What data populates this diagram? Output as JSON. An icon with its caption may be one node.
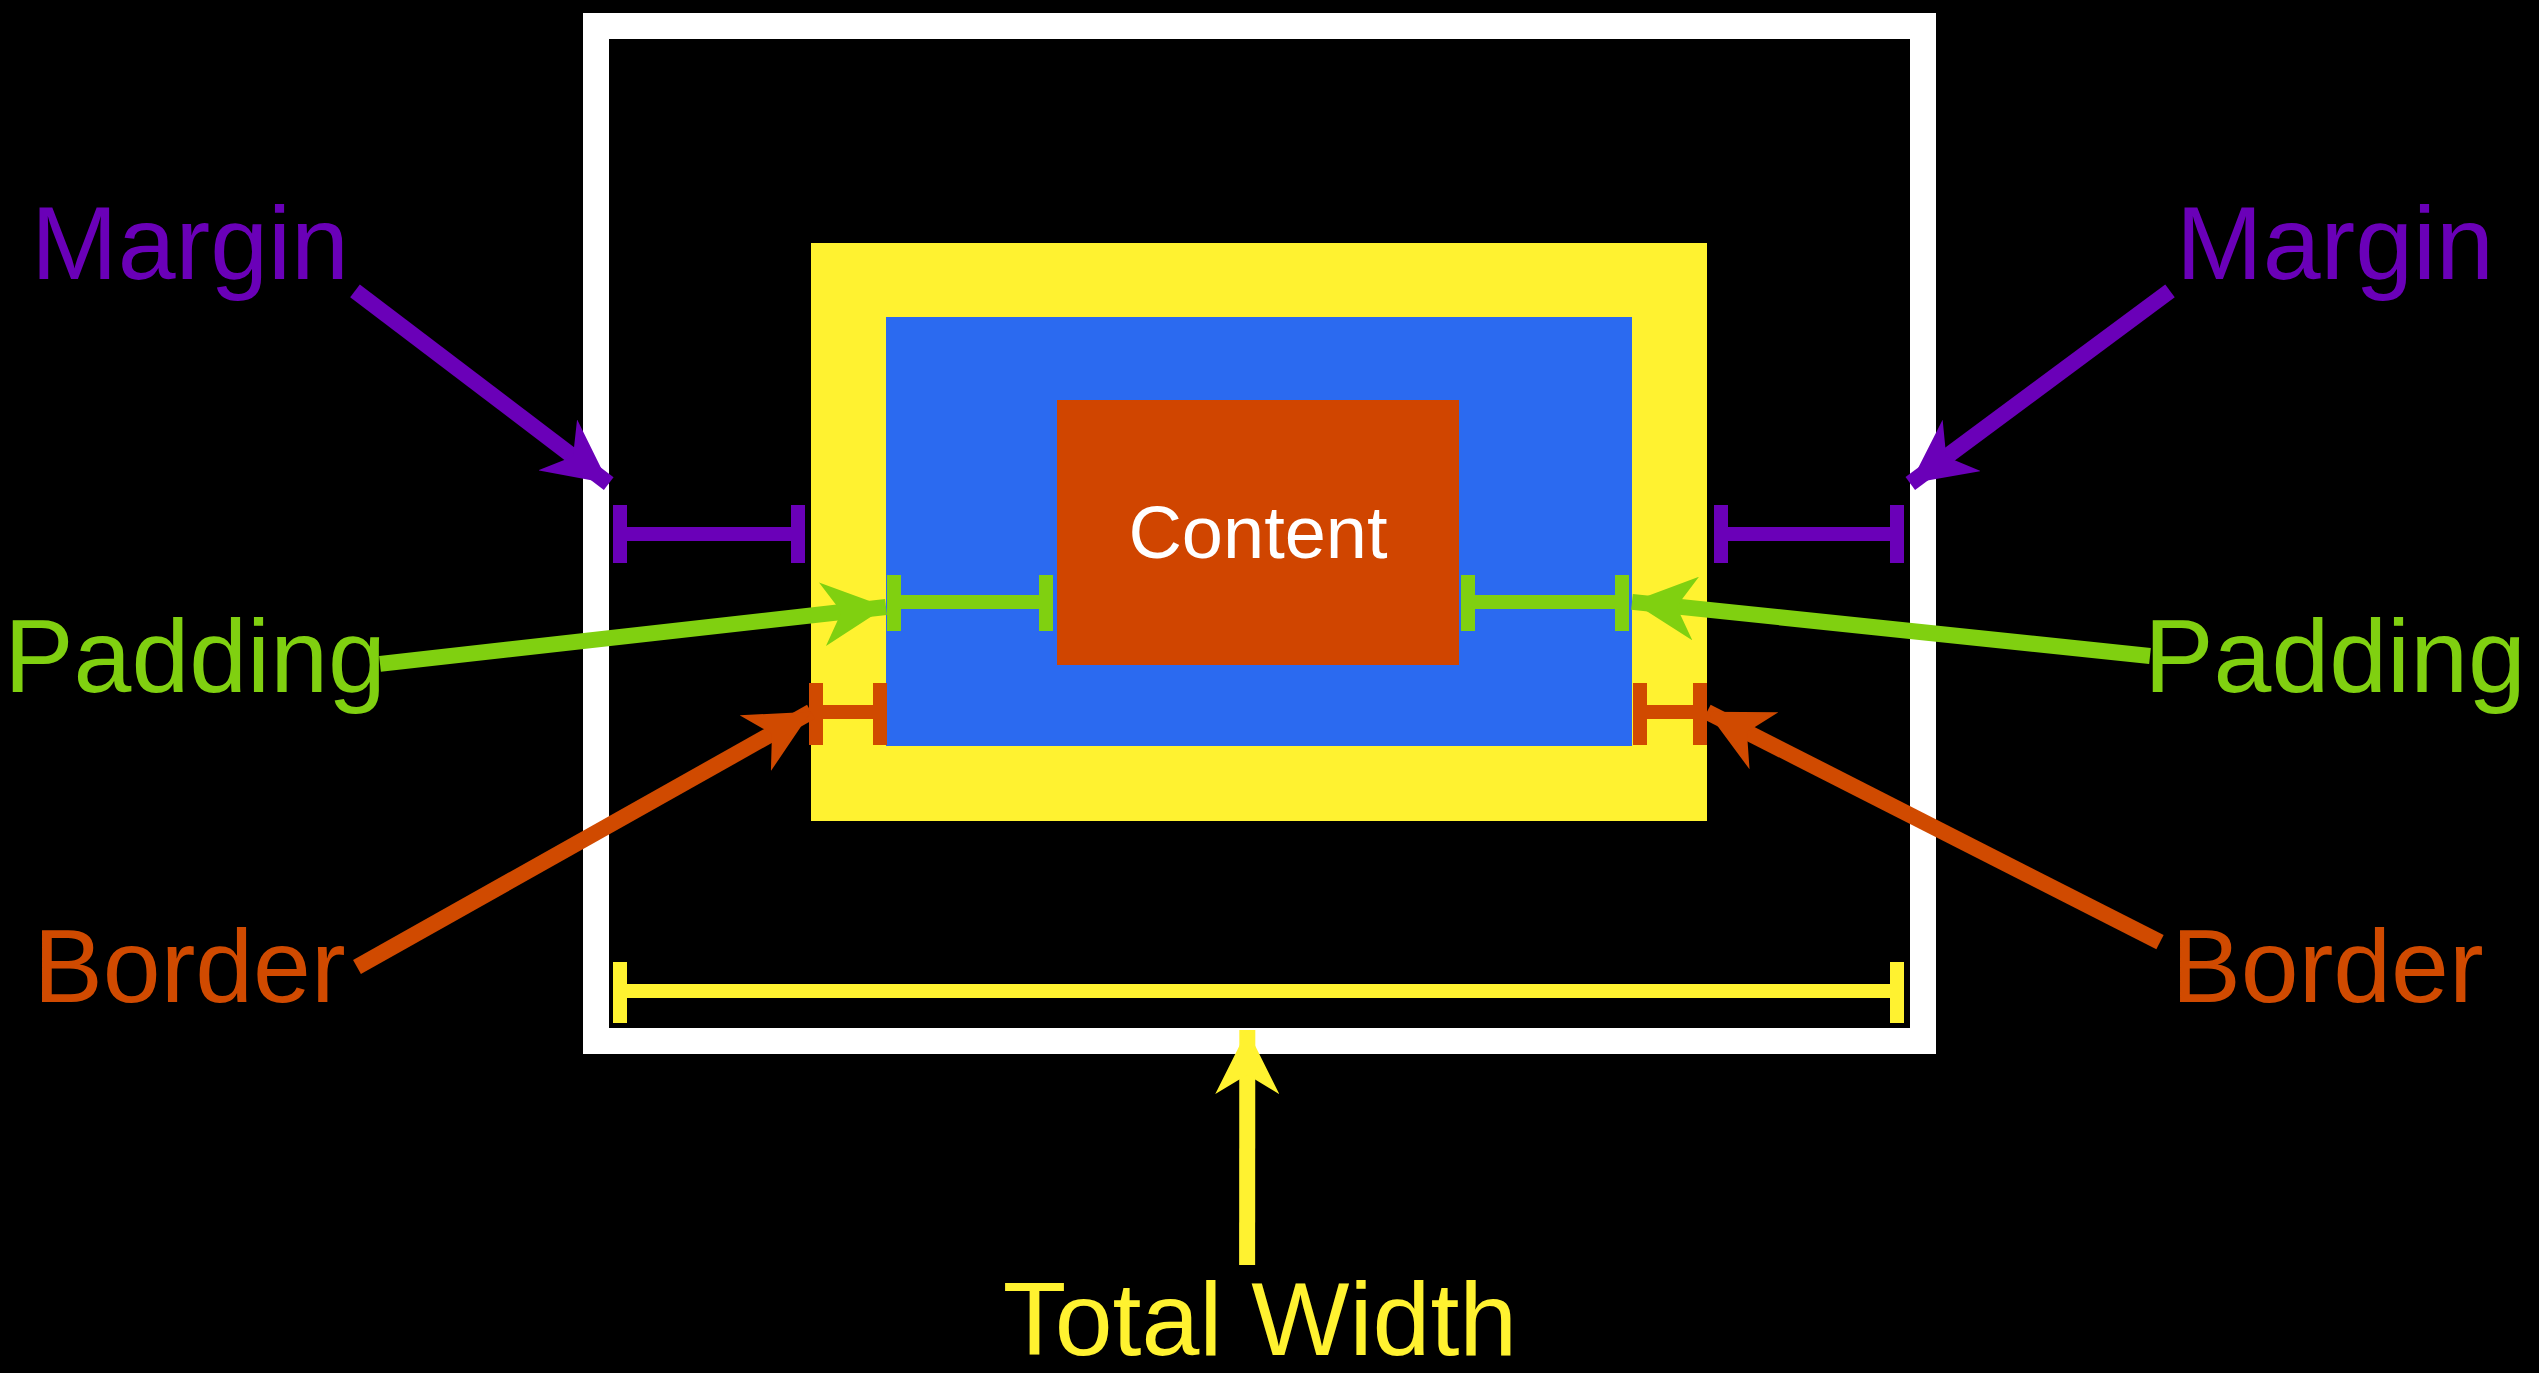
{
  "diagram": {
    "nodes": [
      {
        "text": [],
        "shape": "box"
      },
      {
        "text": [],
        "shape": "box",
        "in": 0
      },
      {
        "text": [],
        "shape": "box",
        "in": 1
      },
      {
        "text": [
          "Content"
        ],
        "in": 2
      },
      {
        "text": [
          "Margin"
        ]
      },
      {
        "text": [
          "Margin"
        ]
      },
      {
        "text": [
          "Padding"
        ]
      },
      {
        "text": [
          "Padding"
        ]
      },
      {
        "text": [
          "Border"
        ]
      },
      {
        "text": [
          "Border"
        ]
      },
      {
        "text": [
          "Total Width"
        ]
      }
    ],
    "edges": [
      {
        "from": 4,
        "to": 0,
        "arrow": "to",
        "color": "#6a00b8"
      },
      {
        "from": 5,
        "to": 0,
        "arrow": "to",
        "color": "#6a00b8"
      },
      {
        "from": 6,
        "to": 2,
        "arrow": "to",
        "color": "#80d010"
      },
      {
        "from": 7,
        "to": 2,
        "arrow": "to",
        "color": "#80d010"
      },
      {
        "from": 8,
        "to": 1,
        "arrow": "to",
        "color": "#d04a00"
      },
      {
        "from": 9,
        "to": 1,
        "arrow": "to",
        "color": "#d04a00"
      },
      {
        "from": 10,
        "to": 0,
        "arrow": "to",
        "color": "#fff230"
      }
    ]
  }
}
